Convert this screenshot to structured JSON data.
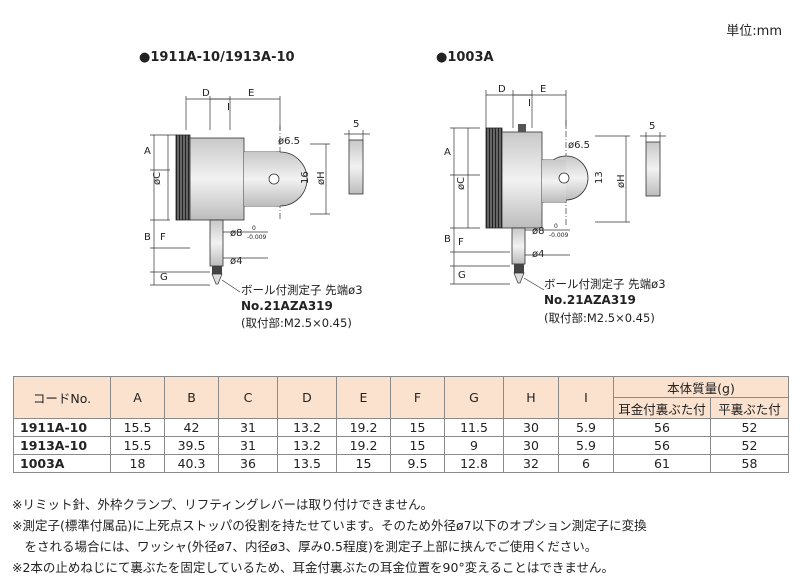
{
  "unit_label": "単位:mm",
  "models": [
    {
      "title": "●1911A-10/1913A-10",
      "dims": {
        "A": "A",
        "B": "B",
        "C": "øC",
        "D": "D",
        "E": "E",
        "F": "F",
        "G": "G",
        "H": "øH",
        "I": "I",
        "hole": "ø6.5",
        "width": "5",
        "height": "16",
        "stem": "ø8 ",
        "tol": "-0.009",
        "zero": "0",
        "tip": "ø4"
      },
      "probe_label": "ボール付測定子  先端ø3",
      "probe_no": "No.21AZA319",
      "mount": "(取付部:M2.5×0.45)"
    },
    {
      "title": "●1003A",
      "dims": {
        "A": "A",
        "B": "B",
        "C": "øC",
        "D": "D",
        "E": "E",
        "F": "F",
        "G": "G",
        "H": "øH",
        "I": "I",
        "hole": "ø6.5",
        "width": "5",
        "height": "13",
        "stem": "ø8 ",
        "tol": "-0.009",
        "zero": "0",
        "tip": "ø4"
      },
      "probe_label": "ボール付測定子  先端ø3",
      "probe_no": "No.21AZA319",
      "mount": "(取付部:M2.5×0.45)"
    }
  ],
  "table": {
    "code_header": "コードNo.",
    "columns": [
      "A",
      "B",
      "C",
      "D",
      "E",
      "F",
      "G",
      "H",
      "I"
    ],
    "mass_header": "本体質量(g)",
    "mass_sub": [
      "耳金付裏ぶた付",
      "平裏ぶた付"
    ],
    "rows": [
      {
        "code": "1911A-10",
        "values": [
          "15.5",
          "42",
          "31",
          "13.2",
          "19.2",
          "15",
          "11.5",
          "30",
          "5.9",
          "56",
          "52"
        ]
      },
      {
        "code": "1913A-10",
        "values": [
          "15.5",
          "39.5",
          "31",
          "13.2",
          "19.2",
          "15",
          "9",
          "30",
          "5.9",
          "56",
          "52"
        ]
      },
      {
        "code": "1003A",
        "values": [
          "18",
          "40.3",
          "36",
          "13.5",
          "15",
          "9.5",
          "12.8",
          "32",
          "6",
          "61",
          "58"
        ]
      }
    ]
  },
  "notes": [
    "※リミット針、外枠クランプ、リフティングレバーは取り付けできません。",
    "※測定子(標準付属品)に上死点ストッパの役割を持たせています。そのため外径ø7以下のオプション測定子に変換",
    "　をされる場合には、ワッシャ(外径ø7、内径ø3、厚み0.5程度)を測定子上部に挟んでご使用ください。",
    "※2本の止めねじにて裏ぶたを固定しているため、耳金付裏ぶたの耳金位置を90°変えることはできません。"
  ]
}
